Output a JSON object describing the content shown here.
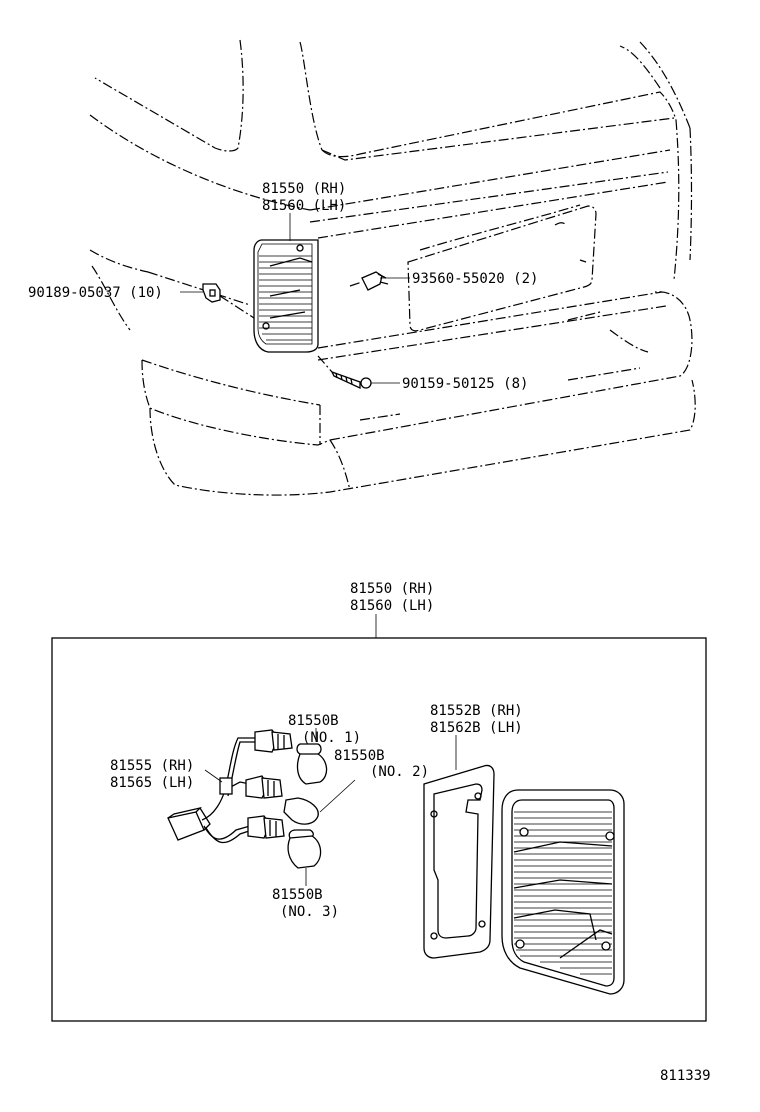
{
  "upper_view": {
    "lamp_assy": {
      "rh": "81550 (RH)",
      "lh": "81560 (LH)"
    },
    "clip": "90189-05037 (10)",
    "screw_plate": "93560-55020 (2)",
    "screw_bumper": "90159-50125 (8)"
  },
  "detail_view": {
    "lamp_assy": {
      "rh": "81550 (RH)",
      "lh": "81560 (LH)"
    },
    "gasket": {
      "rh": "81552B (RH)",
      "lh": "81562B (LH)"
    },
    "socket": {
      "rh": "81555 (RH)",
      "lh": "81565 (LH)"
    },
    "bulb_1": {
      "part": "81550B",
      "no": "(NO. 1)"
    },
    "bulb_2": {
      "part": "81550B",
      "no": "(NO. 2)"
    },
    "bulb_3": {
      "part": "81550B",
      "no": "(NO. 3)"
    }
  },
  "figure_number": "811339"
}
